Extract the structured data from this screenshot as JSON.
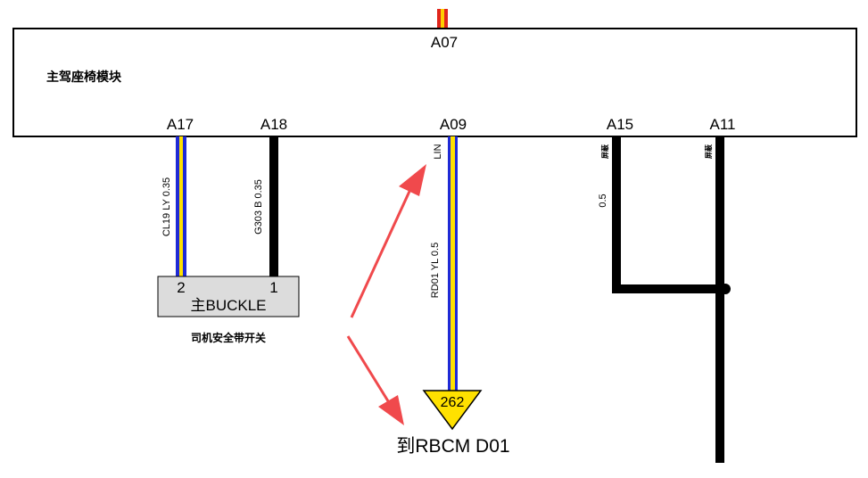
{
  "module": {
    "name": "主驾座椅模块",
    "top_pin": "A07"
  },
  "pins": {
    "a17": "A17",
    "a18": "A18",
    "a09": "A09",
    "a15": "A15",
    "a11": "A11"
  },
  "wires": {
    "a17_label": "CL19 LY 0.35",
    "a18_label": "G303 B 0.35",
    "a09_top_label": "LIN",
    "a09_label": "RD01 YL 0.5",
    "a15_size": "0.5",
    "a15_tag": "屏蔽",
    "a11_tag": "屏蔽"
  },
  "switch": {
    "pin_left": "2",
    "pin_right": "1",
    "name": "主BUCKLE",
    "caption": "司机安全带开关"
  },
  "connector": {
    "number": "262",
    "destination": "到RBCM D01"
  },
  "colors": {
    "wire_blue": "#1f2ad6",
    "wire_yellow": "#ffe100",
    "wire_black": "#000000",
    "arrow_red": "#f0494c",
    "box_grey": "#dcdcdc",
    "top_red": "#e0261c",
    "top_yellow": "#ffcf00"
  }
}
